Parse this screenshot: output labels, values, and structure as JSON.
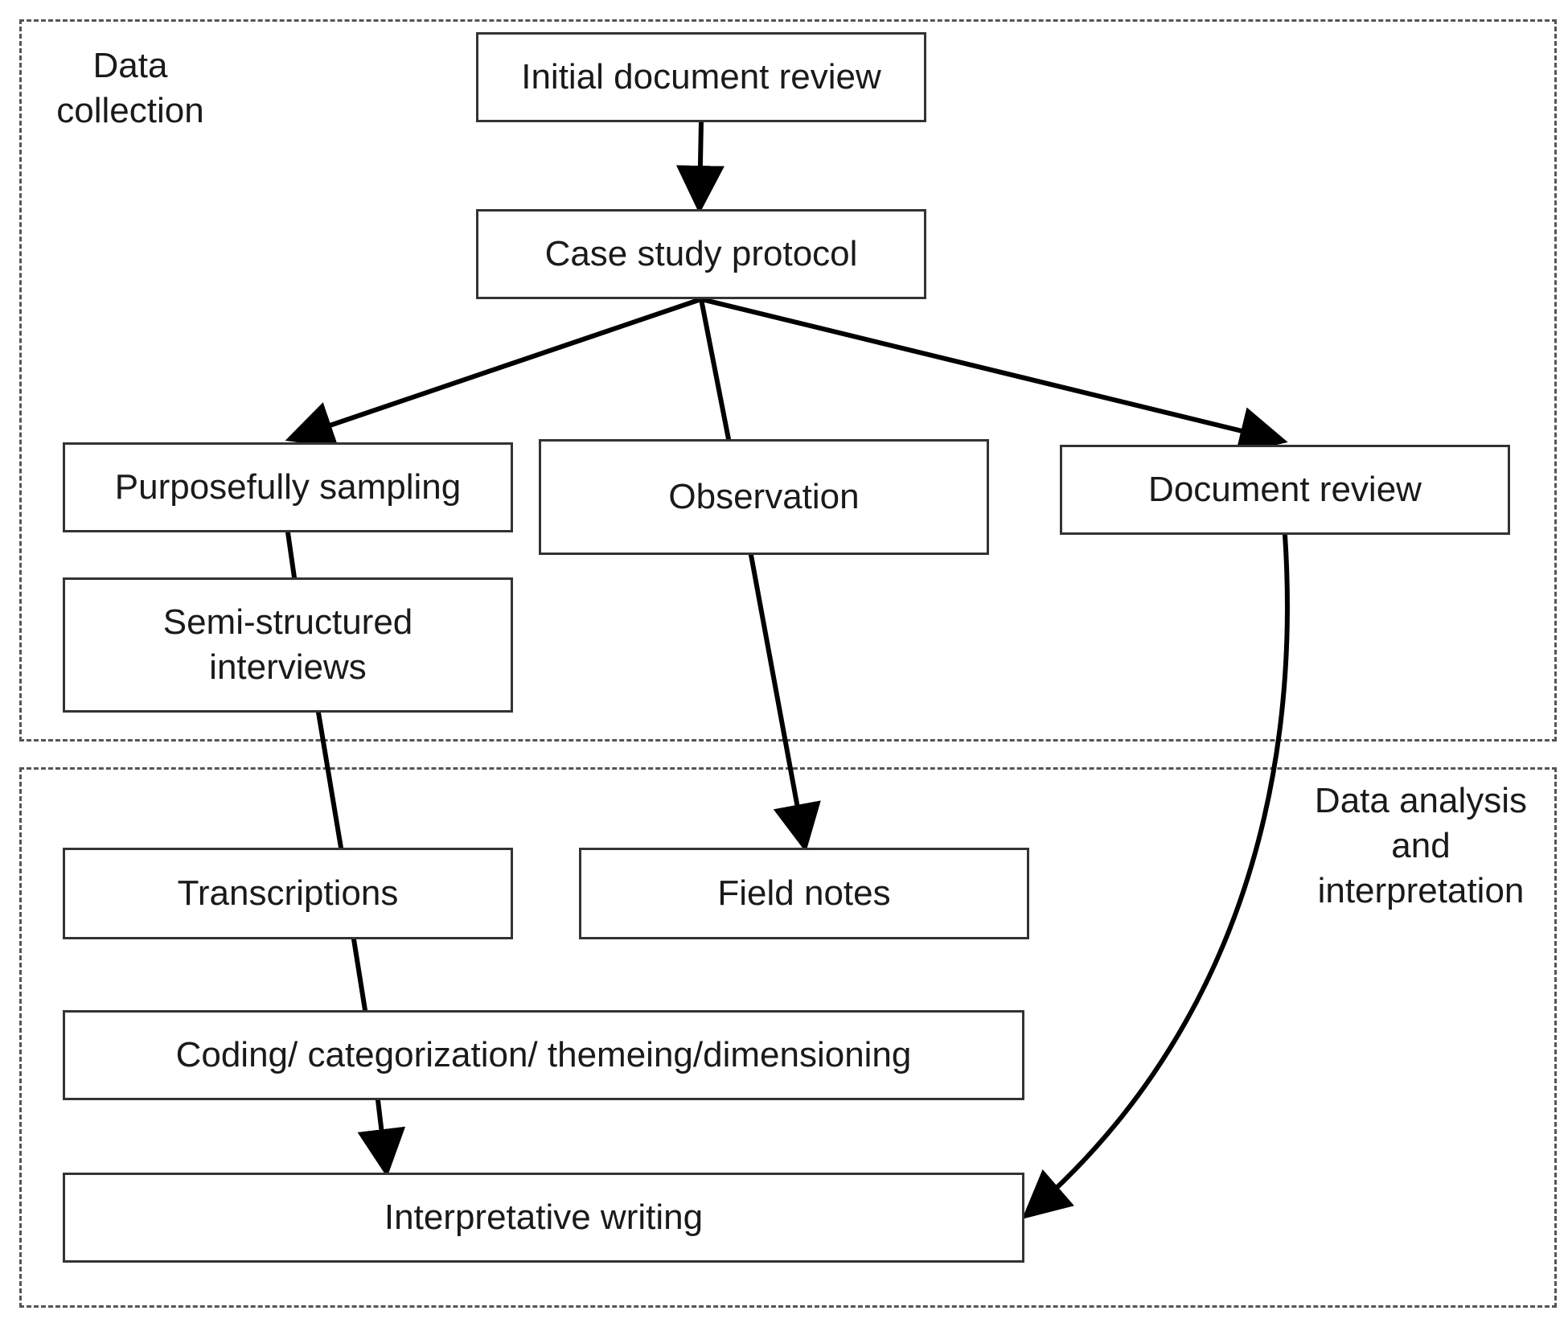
{
  "regions": {
    "collection": {
      "label": "Data\ncollection"
    },
    "analysis": {
      "label": "Data analysis\nand\ninterpretation"
    }
  },
  "nodes": {
    "initial_review": "Initial document review",
    "case_protocol": "Case study protocol",
    "purposeful_sampling": "Purposefully sampling",
    "observation": "Observation",
    "document_review": "Document review",
    "semi_structured": "Semi-structured\ninterviews",
    "transcriptions": "Transcriptions",
    "field_notes": "Field notes",
    "coding": "Coding/ categorization/ themeing/dimensioning",
    "interpretive_writing": "Interpretative writing"
  },
  "edges": [
    {
      "from": "initial_review",
      "to": "case_protocol",
      "arrow": true
    },
    {
      "from": "case_protocol",
      "to": "purposeful_sampling",
      "arrow": true
    },
    {
      "from": "case_protocol",
      "to": "observation",
      "arrow": false
    },
    {
      "from": "case_protocol",
      "to": "document_review",
      "arrow": true
    },
    {
      "from": "purposeful_sampling",
      "to": "semi_structured",
      "arrow": false
    },
    {
      "from": "semi_structured",
      "to": "transcriptions",
      "arrow": false
    },
    {
      "from": "observation",
      "to": "field_notes",
      "arrow": true
    },
    {
      "from": "transcriptions",
      "to": "coding",
      "arrow": false
    },
    {
      "from": "coding",
      "to": "interpretive_writing",
      "arrow": true
    },
    {
      "from": "document_review",
      "to": "interpretive_writing",
      "arrow": true
    }
  ]
}
